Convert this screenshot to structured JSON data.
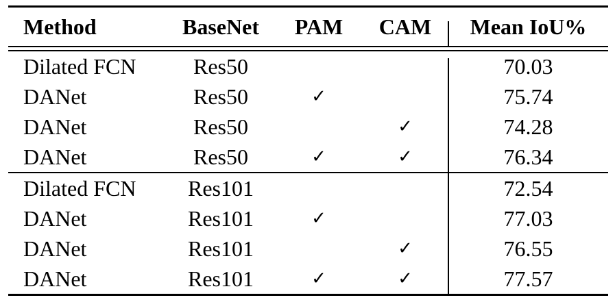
{
  "table": {
    "headers": {
      "method": "Method",
      "basenet": "BaseNet",
      "pam": "PAM",
      "cam": "CAM",
      "miou": "Mean IoU%"
    },
    "check_glyph": "✓",
    "groups": [
      {
        "rows": [
          {
            "method": "Dilated FCN",
            "basenet": "Res50",
            "pam": "",
            "cam": "",
            "miou": "70.03"
          },
          {
            "method": "DANet",
            "basenet": "Res50",
            "pam": "✓",
            "cam": "",
            "miou": "75.74"
          },
          {
            "method": "DANet",
            "basenet": "Res50",
            "pam": "",
            "cam": "✓",
            "miou": "74.28"
          },
          {
            "method": "DANet",
            "basenet": "Res50",
            "pam": "✓",
            "cam": "✓",
            "miou": "76.34"
          }
        ]
      },
      {
        "rows": [
          {
            "method": "Dilated FCN",
            "basenet": "Res101",
            "pam": "",
            "cam": "",
            "miou": "72.54"
          },
          {
            "method": "DANet",
            "basenet": "Res101",
            "pam": "✓",
            "cam": "",
            "miou": "77.03"
          },
          {
            "method": "DANet",
            "basenet": "Res101",
            "pam": "",
            "cam": "✓",
            "miou": "76.55"
          },
          {
            "method": "DANet",
            "basenet": "Res101",
            "pam": "✓",
            "cam": "✓",
            "miou": "77.57"
          }
        ]
      }
    ]
  }
}
